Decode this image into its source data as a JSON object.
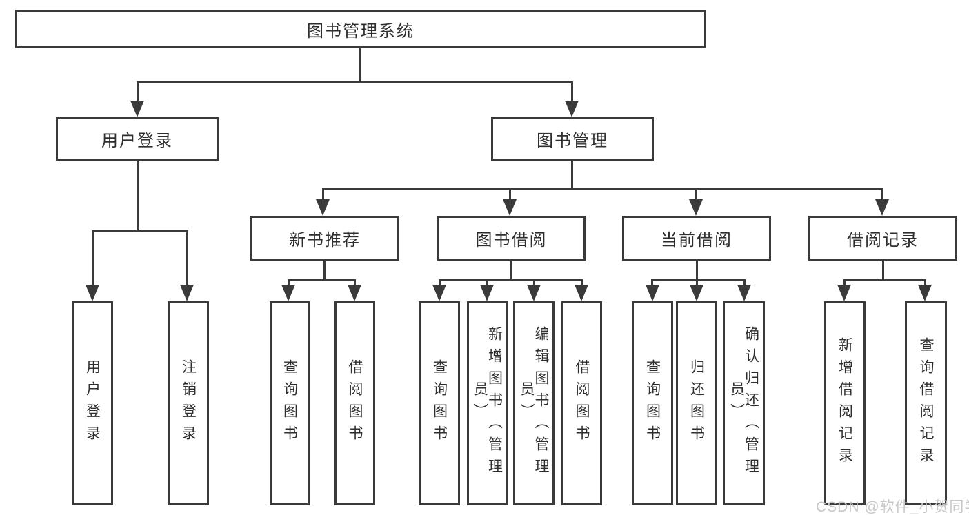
{
  "diagram": {
    "title": "图书管理系统",
    "nodes": {
      "root": "图书管理系统",
      "user_login": "用户登录",
      "book_mgmt": "图书管理",
      "new_book": "新书推荐",
      "book_borrow": "图书借阅",
      "current_borrow": "当前借阅",
      "borrow_record": "借阅记录"
    },
    "leaves": {
      "user_login": [
        "用户登录",
        "注销登录"
      ],
      "new_book": [
        "查询图书",
        "借阅图书"
      ],
      "book_borrow": [
        "查询图书",
        "新增图书（管理员）",
        "编辑图书（管理员）",
        "借阅图书"
      ],
      "current_borrow": [
        "查询图书",
        "归还图书",
        "确认归还（管理员）"
      ],
      "borrow_record": [
        "新增借阅记录",
        "查询借阅记录"
      ]
    }
  },
  "watermark": "CSDN @软件_小贺同学",
  "colors": {
    "line": "#3a3a3a",
    "text": "#2e2e2e",
    "box_background": "#ffffff",
    "page_background": "#ffffff",
    "watermark": "#c8c8c8"
  }
}
